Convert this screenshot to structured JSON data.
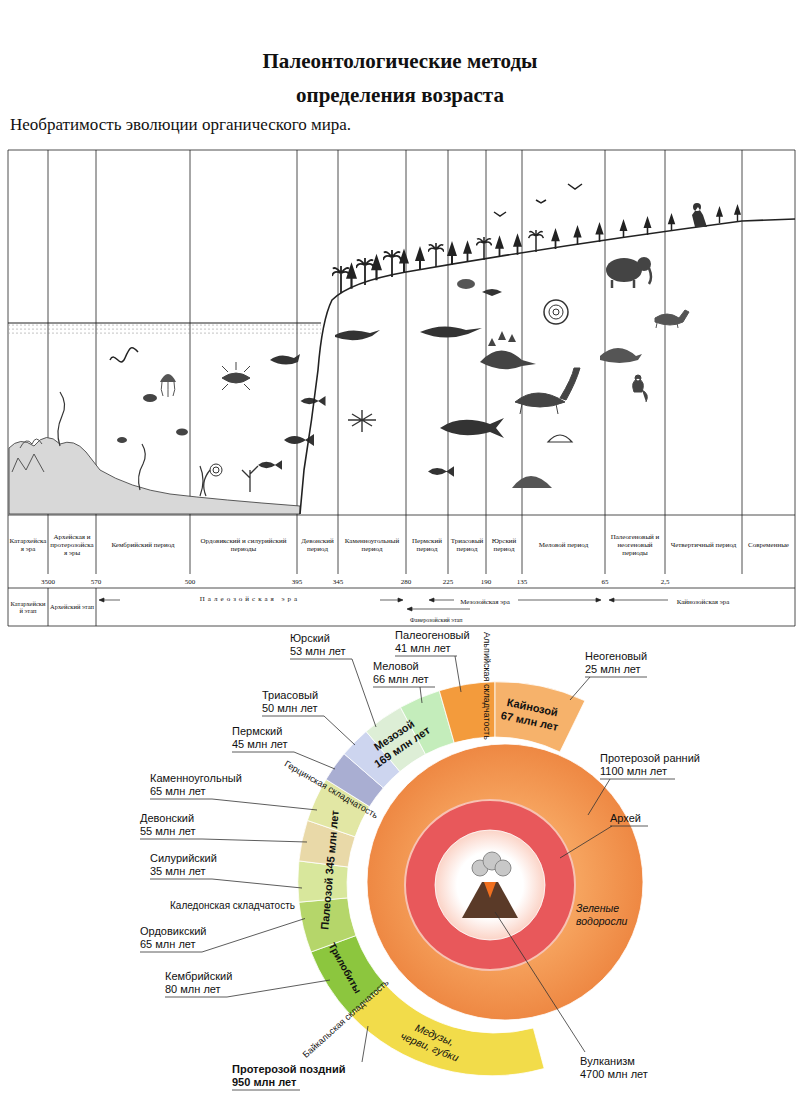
{
  "diagram": {
    "title": "Палеонтологические методы определения возраста",
    "labels": [
      "Необратимость эволюции органического мира.",
      "Катархейская эра",
      "Архейская и протерозойская эры",
      "Кембрийский период",
      "Ордовикский и силурийский периоды",
      "Девонский период",
      "Каменноугольный период",
      "Пермский период",
      "Триасовый период",
      "Юрский период",
      "Меловой период",
      "Палеогеновый и неогеновый периоды",
      "Четвертичный период",
      "Современные",
      "3500",
      "570",
      "500",
      "395",
      "345",
      "280",
      "225",
      "190",
      "135",
      "65",
      "2,5",
      "Катархейский этап",
      "Архейский этап",
      "Палеозойская эра",
      "Фанерозойский этап",
      "Мезозойская эра",
      "Кайнозойская эра",
      "Юрский",
      "53 млн лет",
      "Палеогеновый",
      "41 млн лет",
      "Меловой",
      "66 млн лет",
      "Неогеновый",
      "25 млн лет",
      "Триасовый",
      "50 млн лет",
      "Пермский",
      "45 млн лет",
      "Альпийская складчатость",
      "Мезозой",
      "169 млн лет",
      "Кайнозой",
      "67 млн лет",
      "Герцинская складчатость",
      "Протерозой ранний",
      "1100 млн лет",
      "Каменноугольный",
      "65 млн лет",
      "Архей",
      "Девонский",
      "55 млн лет",
      "Силурийский",
      "35 млн лет",
      "Палеозой 345 млн лет",
      "Каледонская складчатость",
      "Зеленые водоросли",
      "Ордовикский",
      "65 млн лет",
      "Кембрийский",
      "80 млн лет",
      "Трилобиты",
      "Байкальская складчатость",
      "Медузы, черви, губки",
      "Протерозой поздний",
      "950 млн лет",
      "Вулканизм",
      "4700 млн лет"
    ]
  }
}
